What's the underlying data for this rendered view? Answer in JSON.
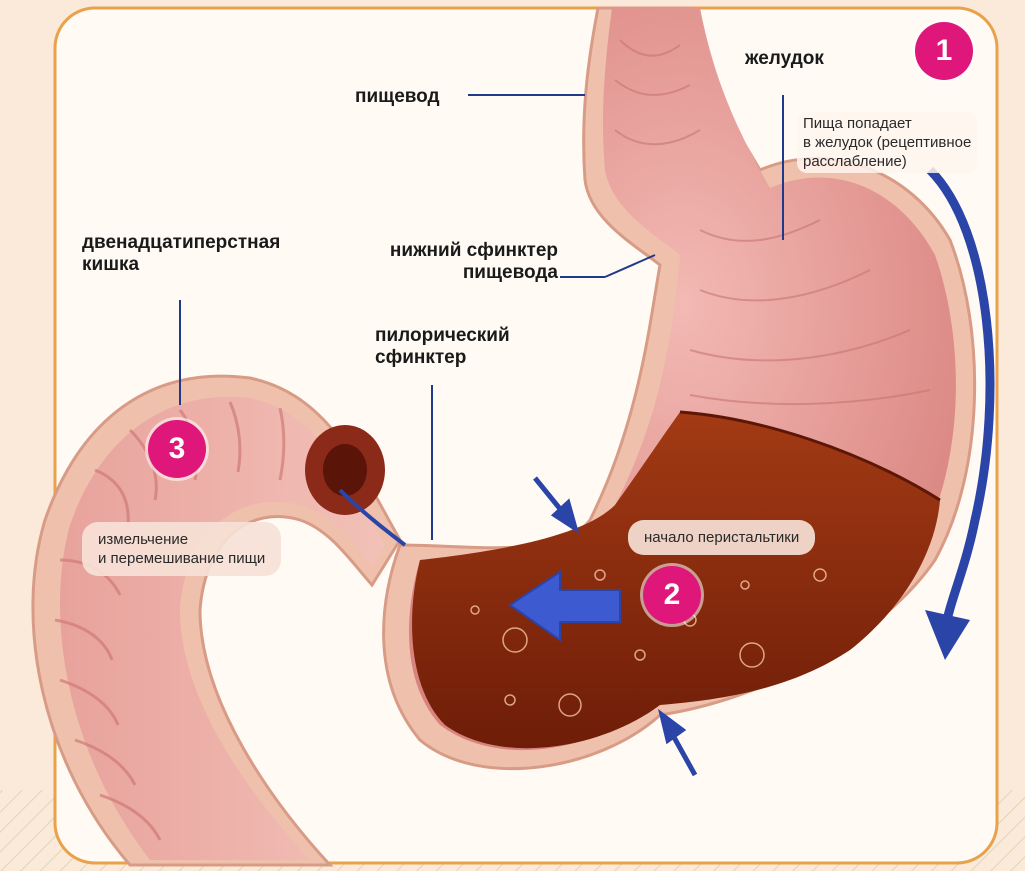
{
  "labels": {
    "esophagus": "пищевод",
    "stomach": "желудок",
    "duodenum_line1": "двенадцатиперстная",
    "duodenum_line2": "кишка",
    "lower_sphincter_line1": "нижний сфинктер",
    "lower_sphincter_line2": "пищевода",
    "pyloric_line1": "пилорический",
    "pyloric_line2": "сфинктер"
  },
  "notes": {
    "step1_line1": "Пища попадает",
    "step1_line2": "в желудок (рецептивное",
    "step1_line3": "расслабление)",
    "step2": "начало перистальтики",
    "step3_line1": "измельчение",
    "step3_line2": "и перемешивание пищи"
  },
  "badges": {
    "one": "1",
    "two": "2",
    "three": "3"
  },
  "colors": {
    "frame": "#e9a24b",
    "wall": "#f0c4b0",
    "mucosa": "#e39a98",
    "chyme": "#8a2a10",
    "arrow": "#2b44a8",
    "badge": "#e0177a",
    "leader": "#1f3a8a"
  }
}
